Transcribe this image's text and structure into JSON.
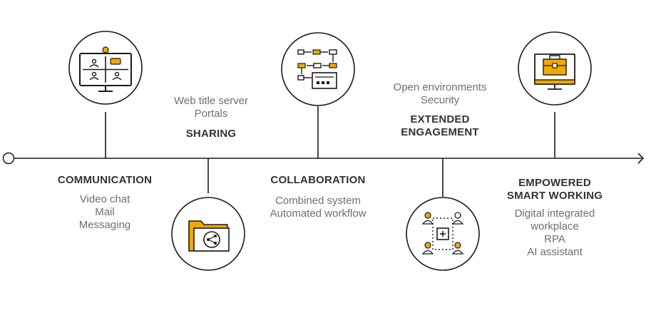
{
  "colors": {
    "line": "#1a1a1a",
    "accent": "#f2a900",
    "title": "#333333",
    "text": "#6f6f6f"
  },
  "stages": [
    {
      "icon": "video-conference-monitor-icon",
      "title": [
        "COMMUNICATION"
      ],
      "items": [
        "Video chat",
        "Mail",
        "Messaging"
      ]
    },
    {
      "icon": "shared-folder-icon",
      "title": [
        "SHARING"
      ],
      "items": [
        "Web title server",
        "Portals"
      ]
    },
    {
      "icon": "workflow-flowchart-icon",
      "title": [
        "COLLABORATION"
      ],
      "items": [
        "Combined system",
        "Automated workflow"
      ]
    },
    {
      "icon": "team-collaboration-icon",
      "title": [
        "EXTENDED",
        "ENGAGEMENT"
      ],
      "items": [
        "Open environments",
        "Security"
      ]
    },
    {
      "icon": "briefcase-monitor-icon",
      "title": [
        "EMPOWERED",
        "SMART WORKING"
      ],
      "items": [
        "Digital integrated",
        "workplace",
        "RPA",
        "AI assistant"
      ]
    }
  ]
}
